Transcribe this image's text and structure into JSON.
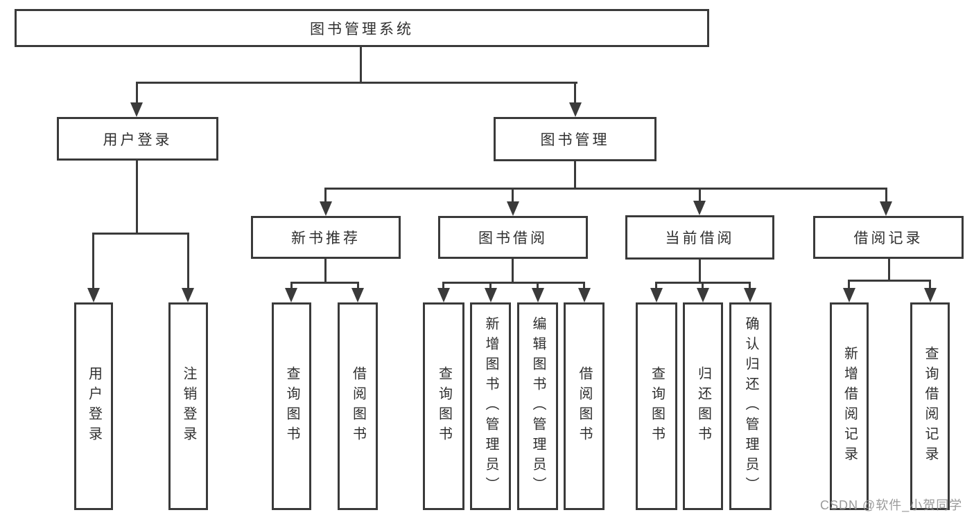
{
  "diagram_type": "functional-structure-tree",
  "colors": {
    "line": "#3a3a3a",
    "text": "#2f2f2f",
    "box_fill": "#ffffff",
    "watermark": "#919191"
  },
  "tree": {
    "root": {
      "label": "图书管理系统",
      "children": [
        {
          "label": "用户登录",
          "children": [
            {
              "label": "用户登录"
            },
            {
              "label": "注销登录"
            }
          ]
        },
        {
          "label": "图书管理",
          "children": [
            {
              "label": "新书推荐",
              "children": [
                {
                  "label": "查询图书"
                },
                {
                  "label": "借阅图书"
                }
              ]
            },
            {
              "label": "图书借阅",
              "children": [
                {
                  "label": "查询图书"
                },
                {
                  "label": "新增图书（管理员）"
                },
                {
                  "label": "编辑图书（管理员）"
                },
                {
                  "label": "借阅图书"
                }
              ]
            },
            {
              "label": "当前借阅",
              "children": [
                {
                  "label": "查询图书"
                },
                {
                  "label": "归还图书"
                },
                {
                  "label": "确认归还（管理员）"
                }
              ]
            },
            {
              "label": "借阅记录",
              "children": [
                {
                  "label": "新增借阅记录"
                },
                {
                  "label": "查询借阅记录"
                }
              ]
            }
          ]
        }
      ]
    }
  },
  "watermark": {
    "text": "CSDN @软件_小贺同学"
  }
}
